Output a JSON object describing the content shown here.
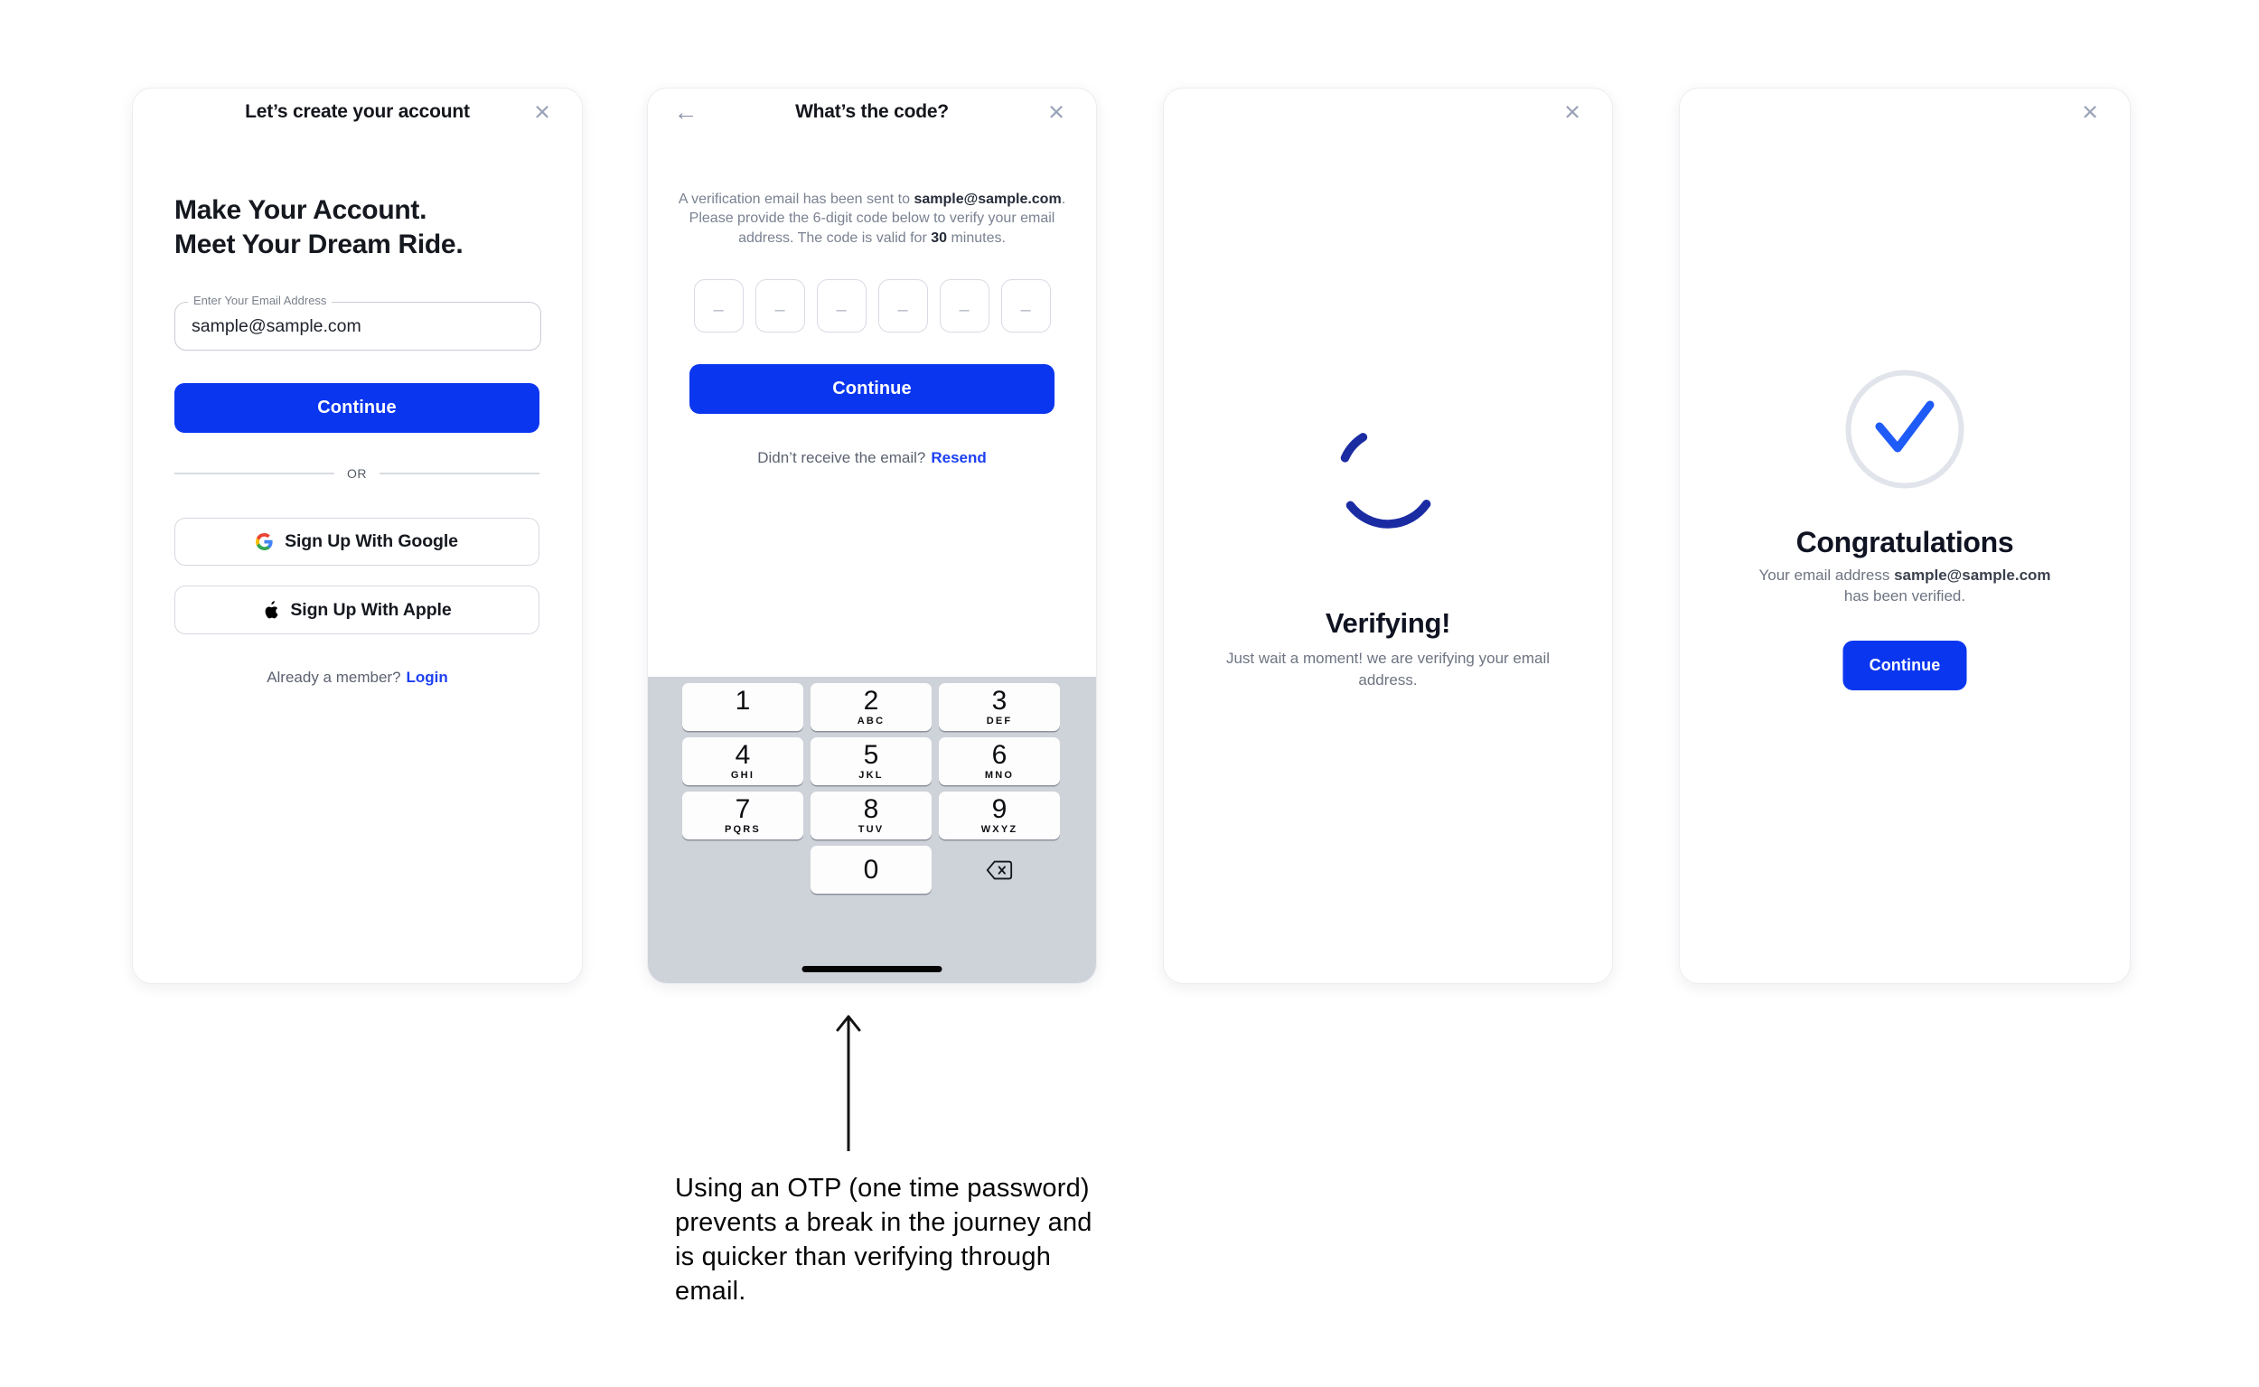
{
  "colors": {
    "accent_blue": "#0b36f0",
    "link_blue": "#1d40f2",
    "spinner_navy": "#1b2ca3",
    "check_blue": "#1f5bf7",
    "keypad_bg": "#ced2d9",
    "icon_gray": "#9aa3b8"
  },
  "icons": {
    "close": "×",
    "back": "←"
  },
  "screens": {
    "signup": {
      "title": "Let’s create your account",
      "headline_line1": "Make Your Account.",
      "headline_line2": "Meet Your Dream Ride.",
      "email_label": "Enter Your Email Address",
      "email_value": "sample@sample.com",
      "continue_label": "Continue",
      "divider_label": "OR",
      "google_label": "Sign Up With Google",
      "apple_label": "Sign Up With Apple",
      "member_prompt": "Already a member?",
      "login_label": "Login"
    },
    "otp": {
      "title": "What’s the code?",
      "info_pre": "A verification email has been sent to ",
      "info_email": "sample@sample.com",
      "info_mid": ". Please provide the 6-digit code below to verify your email address. The code is valid for ",
      "info_minutes": "30",
      "info_post": " minutes.",
      "slot_count": 6,
      "slot_placeholder": "–",
      "continue_label": "Continue",
      "resend_prompt": "Didn’t receive the email?",
      "resend_label": "Resend",
      "keypad": {
        "keys": [
          {
            "digit": "1",
            "letters": ""
          },
          {
            "digit": "2",
            "letters": "ABC"
          },
          {
            "digit": "3",
            "letters": "DEF"
          },
          {
            "digit": "4",
            "letters": "GHI"
          },
          {
            "digit": "5",
            "letters": "JKL"
          },
          {
            "digit": "6",
            "letters": "MNO"
          },
          {
            "digit": "7",
            "letters": "PQRS"
          },
          {
            "digit": "8",
            "letters": "TUV"
          },
          {
            "digit": "9",
            "letters": "WXYZ"
          }
        ],
        "zero_digit": "0",
        "delete_icon": "backspace"
      }
    },
    "verifying": {
      "title": "Verifying!",
      "subtitle": "Just wait a moment! we are verifying your email address."
    },
    "congrats": {
      "title": "Congratulations",
      "subtitle_pre": "Your email address ",
      "subtitle_email": "sample@sample.com",
      "subtitle_post": " has been verified.",
      "continue_label": "Continue"
    }
  },
  "annotation": {
    "lines": [
      "Using an OTP (one time password)",
      "prevents a break in the journey and",
      "is quicker than verifying through",
      "email."
    ]
  }
}
